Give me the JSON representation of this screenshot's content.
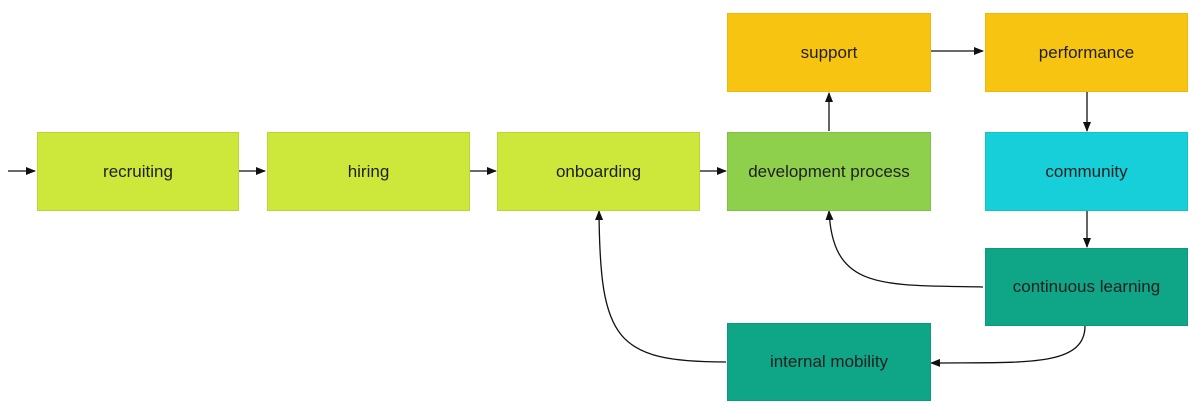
{
  "nodes": {
    "recruiting": "recruiting",
    "hiring": "hiring",
    "onboarding": "onboarding",
    "development_process": "development process",
    "support": "support",
    "performance": "performance",
    "community": "community",
    "continuous_learning": "continuous learning",
    "internal_mobility": "internal mobility"
  },
  "colors": {
    "lime": "#cde83b",
    "green": "#8ecf4c",
    "amber": "#f7c511",
    "cyan": "#16cfd8",
    "teal": "#0fa688",
    "arrow": "#111111"
  },
  "edges": [
    [
      "start",
      "recruiting"
    ],
    [
      "recruiting",
      "hiring"
    ],
    [
      "hiring",
      "onboarding"
    ],
    [
      "onboarding",
      "development_process"
    ],
    [
      "development_process",
      "support"
    ],
    [
      "support",
      "performance"
    ],
    [
      "performance",
      "community"
    ],
    [
      "community",
      "continuous_learning"
    ],
    [
      "continuous_learning",
      "development_process"
    ],
    [
      "continuous_learning",
      "internal_mobility"
    ],
    [
      "internal_mobility",
      "onboarding"
    ]
  ]
}
